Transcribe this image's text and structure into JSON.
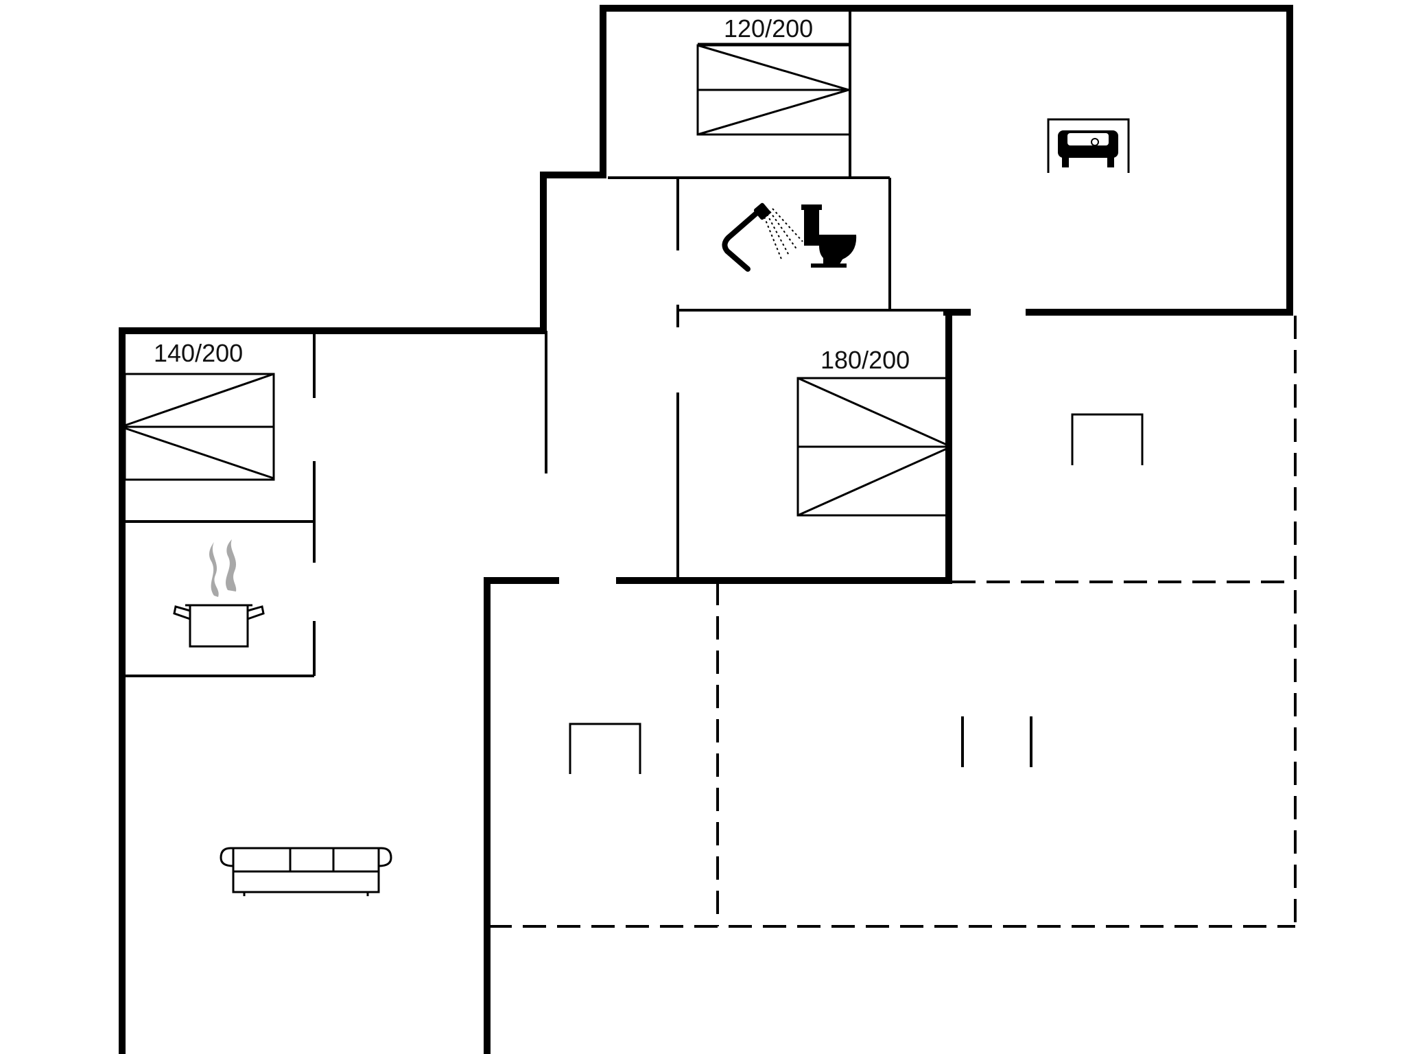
{
  "floor_plan": {
    "beds": [
      {
        "size": "120/200"
      },
      {
        "size": "140/200"
      },
      {
        "size": "180/200"
      }
    ],
    "icons": [
      "car-icon",
      "shower-icon",
      "toilet-icon",
      "cooking-pot-icon",
      "sofa-icon",
      "terrace-table-icon",
      "terrace-chair-icon"
    ],
    "colors": {
      "wall": "#000000",
      "background": "#ffffff",
      "steam": "#aaaaaa"
    }
  }
}
